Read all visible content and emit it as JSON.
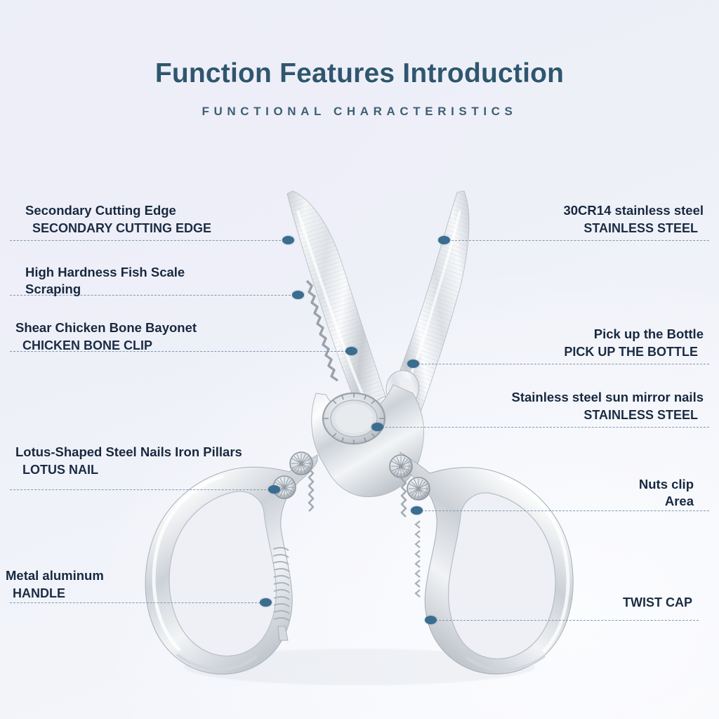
{
  "header": {
    "title": "Function Features Introduction",
    "subtitle": "FUNCTIONAL CHARACTERISTICS"
  },
  "colors": {
    "title": "#2f566e",
    "subtitle": "#3e5f75",
    "label_text": "#17283f",
    "marker_dot": "#3a6d90",
    "leader_line": "#7a94ad",
    "background": "#eceef8"
  },
  "product": {
    "name": "kitchen shears",
    "icon": "scissors-illustration"
  },
  "callouts": [
    {
      "id": "secondary-cutting-edge",
      "side": "left",
      "heading": "Secondary Cutting Edge",
      "subheading": "SECONDARY CUTTING EDGE"
    },
    {
      "id": "fish-scale-scraping",
      "side": "left",
      "heading": "High Hardness Fish Scale",
      "heading2": "Scraping",
      "subheading": ""
    },
    {
      "id": "chicken-bone-clip",
      "side": "left",
      "heading": "Shear Chicken Bone Bayonet",
      "subheading": "CHICKEN BONE CLIP"
    },
    {
      "id": "lotus-nail",
      "side": "left",
      "heading": "Lotus-Shaped Steel Nails Iron Pillars",
      "subheading": "LOTUS NAIL"
    },
    {
      "id": "handle",
      "side": "left",
      "heading": "Metal aluminum",
      "subheading": "HANDLE"
    },
    {
      "id": "stainless-steel-blade",
      "side": "right",
      "heading": "30CR14 stainless steel",
      "subheading": "STAINLESS STEEL"
    },
    {
      "id": "pick-up-the-bottle",
      "side": "right",
      "heading": "Pick up the Bottle",
      "subheading": "PICK UP THE BOTTLE"
    },
    {
      "id": "sun-mirror-nails",
      "side": "right",
      "heading": "Stainless steel sun mirror nails",
      "subheading": "STAINLESS STEEL"
    },
    {
      "id": "nuts-clip-area",
      "side": "right",
      "heading": "Nuts clip",
      "heading2": "Area",
      "subheading": ""
    },
    {
      "id": "twist-cap",
      "side": "right",
      "heading": "",
      "subheading": "TWIST CAP"
    }
  ]
}
